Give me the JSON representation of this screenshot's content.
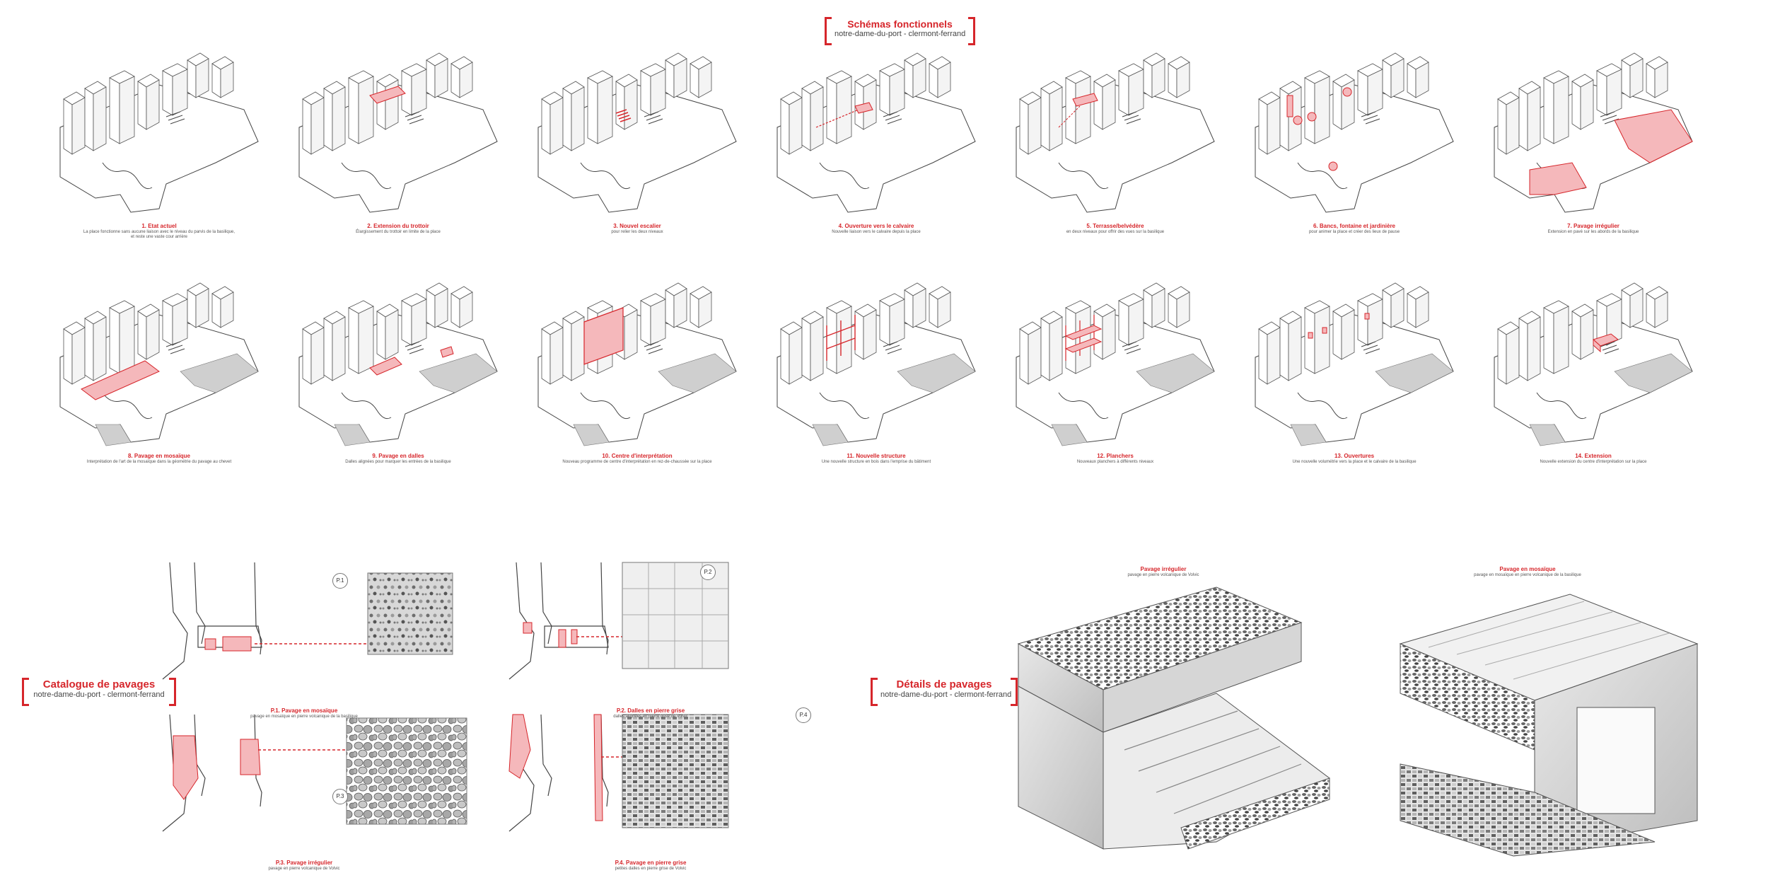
{
  "header": {
    "title": "Schémas fonctionnels",
    "subtitle": "notre-dame-du-port - clermont-ferrand"
  },
  "schemes": [
    {
      "title": "1. Etat actuel",
      "desc": "La place fonctionne sans aucune liaison avec le niveau du parvis de la basilique, et reste une vaste cour arrière",
      "hl": "none"
    },
    {
      "title": "2. Extension du trottoir",
      "desc": "Élargissement du trottoir en limite de la place",
      "hl": "sidewalk"
    },
    {
      "title": "3. Nouvel escalier",
      "desc": "pour relier les deux niveaux",
      "hl": "stair"
    },
    {
      "title": "4. Ouverture vers le calvaire",
      "desc": "Nouvelle liaison vers le calvaire depuis la place",
      "hl": "calvary"
    },
    {
      "title": "5. Terrasse/belvédère",
      "desc": "en deux niveaux pour offrir des vues sur la basilique",
      "hl": "terrace"
    },
    {
      "title": "6. Bancs, fontaine et jardinière",
      "desc": "pour animer la place et créer des lieux de pause",
      "hl": "furniture"
    },
    {
      "title": "7. Pavage irrégulier",
      "desc": "Extension en pavé sur les abords de la basilique",
      "hl": "irregular"
    },
    {
      "title": "8. Pavage en mosaïque",
      "desc": "Interprétation de l'art de la mosaïque dans la géométrie du pavage au chevet",
      "hl": "mosaic"
    },
    {
      "title": "9. Pavage en dalles",
      "desc": "Dalles alignées pour marquer les entrées de la basilique",
      "hl": "slabs"
    },
    {
      "title": "10. Centre d'interprétation",
      "desc": "Nouveau programme de centre d'interprétation en rez-de-chaussée sur la place",
      "hl": "center"
    },
    {
      "title": "11. Nouvelle structure",
      "desc": "Une nouvelle structure en bois dans l'emprise du bâtiment",
      "hl": "structure"
    },
    {
      "title": "12. Planchers",
      "desc": "Nouveaux planchers à différents niveaux",
      "hl": "floors"
    },
    {
      "title": "13. Ouvertures",
      "desc": "Une nouvelle volumétrie vers la place et le calvaire de la basilique",
      "hl": "openings"
    },
    {
      "title": "14. Extension",
      "desc": "Nouvelle extension du centre d'interprétation sur la place",
      "hl": "extension"
    }
  ],
  "catalogue": {
    "title": "Catalogue de pavages",
    "subtitle": "notre-dame-du-port - clermont-ferrand",
    "items": [
      {
        "badge": "P.1",
        "title": "P.1. Pavage en mosaïque",
        "desc": "pavage en mosaïque en pierre volcanique de la basilique"
      },
      {
        "badge": "P.2",
        "title": "P.2. Dalles en pierre grise",
        "desc": "dalles alignées en pierre grise de Volvic"
      },
      {
        "badge": "P.3",
        "title": "P.3. Pavage irrégulier",
        "desc": "pavage en pierre volcanique de Volvic"
      },
      {
        "badge": "P.4",
        "title": "P.4. Pavage en pierre grise",
        "desc": "petites dalles en pierre grise de Volvic"
      }
    ]
  },
  "details": {
    "title": "Détails de pavages",
    "subtitle": "notre-dame-du-port - clermont-ferrand",
    "items": [
      {
        "title": "Pavage irrégulier",
        "desc": "pavage en pierre volcanique de Volvic"
      },
      {
        "title": "Pavage en mosaïque",
        "desc": "pavage en mosaïque en pierre volcanique de la basilique"
      }
    ]
  },
  "colors": {
    "accent": "#d6262b",
    "highlight_fill": "#f5b8bb",
    "line": "#555555",
    "shade": "#cfcfcf"
  }
}
